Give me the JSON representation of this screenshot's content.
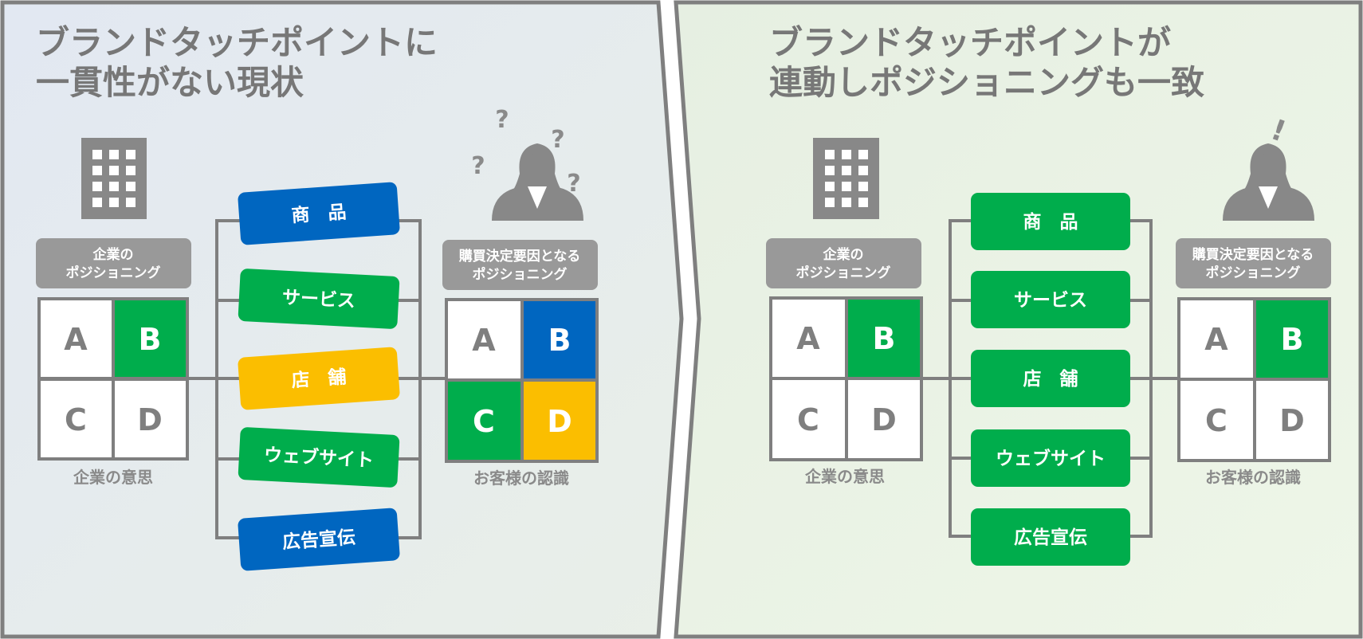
{
  "left": {
    "title_line1": "ブランドタッチポイントに",
    "title_line2": "一貫性がない現状",
    "company_label_line1": "企業の",
    "company_label_line2": "ポジショニング",
    "company_grid": [
      {
        "letter": "A",
        "color": "#ffffff"
      },
      {
        "letter": "B",
        "color": "#00ad4c"
      },
      {
        "letter": "C",
        "color": "#ffffff"
      },
      {
        "letter": "D",
        "color": "#ffffff"
      }
    ],
    "company_caption": "企業の意思",
    "touchpoints": [
      {
        "label": "商　品",
        "color": "#0066c0"
      },
      {
        "label": "サービス",
        "color": "#00ad4c"
      },
      {
        "label": "店　舗",
        "color": "#fbbe00"
      },
      {
        "label": "ウェブサイト",
        "color": "#00ad4c"
      },
      {
        "label": "広告宣伝",
        "color": "#0066c0"
      }
    ],
    "customer_label_line1": "購買決定要因となる",
    "customer_label_line2": "ポジショニング",
    "customer_grid": [
      {
        "letter": "A",
        "color": "#ffffff"
      },
      {
        "letter": "B",
        "color": "#0066c0"
      },
      {
        "letter": "C",
        "color": "#00ad4c"
      },
      {
        "letter": "D",
        "color": "#fbbe00"
      }
    ],
    "customer_caption": "お客様の認識",
    "marks": [
      "?",
      "?",
      "?",
      "?"
    ]
  },
  "right": {
    "title_line1": "ブランドタッチポイントが",
    "title_line2": "連動しポジショニングも一致",
    "company_label_line1": "企業の",
    "company_label_line2": "ポジショニング",
    "company_grid": [
      {
        "letter": "A",
        "color": "#ffffff"
      },
      {
        "letter": "B",
        "color": "#00ad4c"
      },
      {
        "letter": "C",
        "color": "#ffffff"
      },
      {
        "letter": "D",
        "color": "#ffffff"
      }
    ],
    "company_caption": "企業の意思",
    "touchpoints": [
      {
        "label": "商　品",
        "color": "#00ad4c"
      },
      {
        "label": "サービス",
        "color": "#00ad4c"
      },
      {
        "label": "店　舗",
        "color": "#00ad4c"
      },
      {
        "label": "ウェブサイト",
        "color": "#00ad4c"
      },
      {
        "label": "広告宣伝",
        "color": "#00ad4c"
      }
    ],
    "customer_label_line1": "購買決定要因となる",
    "customer_label_line2": "ポジショニング",
    "customer_grid": [
      {
        "letter": "A",
        "color": "#ffffff"
      },
      {
        "letter": "B",
        "color": "#00ad4c"
      },
      {
        "letter": "C",
        "color": "#ffffff"
      },
      {
        "letter": "D",
        "color": "#ffffff"
      }
    ],
    "customer_caption": "お客様の認識",
    "marks": [
      "!"
    ]
  },
  "colors": {
    "gray": "#888888",
    "label_bg": "#999999",
    "line": "#7f7f7f",
    "white": "#ffffff",
    "blue": "#0066c0",
    "green": "#00ad4c",
    "yellow": "#fbbe00"
  }
}
